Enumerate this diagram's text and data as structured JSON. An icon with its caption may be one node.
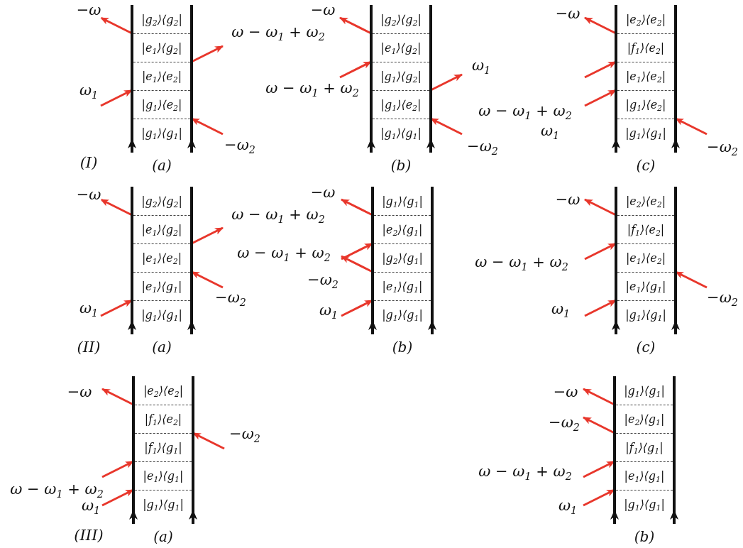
{
  "diagram": {
    "nodes": [
      {
        "text": [],
        "shape": "box",
        "beside": [
          "(a)"
        ]
      },
      {
        "text": [
          "|g$_{2}$⟩⟨g$_{2}$|"
        ],
        "in": 0
      },
      {
        "text": [
          "|e$_{1}$⟩⟨g$_{2}$|"
        ],
        "in": 0
      },
      {
        "text": [
          "|e$_{1}$⟩⟨e$_{2}$|"
        ],
        "in": 0
      },
      {
        "text": [
          "|g$_{1}$⟩⟨e$_{2}$|"
        ],
        "in": 0
      },
      {
        "text": [
          "|g$_{1}$⟩⟨g$_{1}$|"
        ],
        "in": 0
      },
      {
        "text": [],
        "shape": "box",
        "beside": [
          "(b)"
        ]
      },
      {
        "text": [
          "|g$_{2}$⟩⟨g$_{2}$|"
        ],
        "in": 6
      },
      {
        "text": [
          "|e$_{1}$⟩⟨g$_{2}$|"
        ],
        "in": 6
      },
      {
        "text": [
          "|g$_{1}$⟩⟨g$_{2}$|"
        ],
        "in": 6
      },
      {
        "text": [
          "|g$_{1}$⟩⟨e$_{2}$|"
        ],
        "in": 6
      },
      {
        "text": [
          "|g$_{1}$⟩⟨g$_{1}$|"
        ],
        "in": 6
      },
      {
        "text": [],
        "shape": "box",
        "beside": [
          "(c)"
        ]
      },
      {
        "text": [
          "|e$_{2}$⟩⟨e$_{2}$|"
        ],
        "in": 12
      },
      {
        "text": [
          "|f$_{1}$⟩⟨e$_{2}$|"
        ],
        "in": 12
      },
      {
        "text": [
          "|e$_{1}$⟩⟨e$_{2}$|"
        ],
        "in": 12
      },
      {
        "text": [
          "|g$_{1}$⟩⟨e$_{2}$|"
        ],
        "in": 12
      },
      {
        "text": [
          "|g$_{1}$⟩⟨g$_{1}$|"
        ],
        "in": 12
      },
      {
        "text": [],
        "shape": "box",
        "beside": [
          "(a)"
        ]
      },
      {
        "text": [
          "|g$_{2}$⟩⟨g$_{2}$|"
        ],
        "in": 18
      },
      {
        "text": [
          "|e$_{1}$⟩⟨g$_{2}$|"
        ],
        "in": 18
      },
      {
        "text": [
          "|e$_{1}$⟩⟨e$_{2}$|"
        ],
        "in": 18
      },
      {
        "text": [
          "|e$_{1}$⟩⟨g$_{1}$|"
        ],
        "in": 18
      },
      {
        "text": [
          "|g$_{1}$⟩⟨g$_{1}$|"
        ],
        "in": 18
      },
      {
        "text": [],
        "shape": "box",
        "beside": [
          "(b)"
        ]
      },
      {
        "text": [
          "|g$_{1}$⟩⟨g$_{1}$|"
        ],
        "in": 24
      },
      {
        "text": [
          "|e$_{2}$⟩⟨g$_{1}$|"
        ],
        "in": 24
      },
      {
        "text": [
          "|g$_{2}$⟩⟨g$_{1}$|"
        ],
        "in": 24
      },
      {
        "text": [
          "|e$_{1}$⟩⟨g$_{1}$|"
        ],
        "in": 24
      },
      {
        "text": [
          "|g$_{1}$⟩⟨g$_{1}$|"
        ],
        "in": 24
      },
      {
        "text": [],
        "shape": "box",
        "beside": [
          "(c)"
        ]
      },
      {
        "text": [
          "|e$_{2}$⟩⟨e$_{2}$|"
        ],
        "in": 30
      },
      {
        "text": [
          "|f$_{1}$⟩⟨e$_{2}$|"
        ],
        "in": 30
      },
      {
        "text": [
          "|e$_{1}$⟩⟨e$_{2}$|"
        ],
        "in": 30
      },
      {
        "text": [
          "|e$_{1}$⟩⟨g$_{1}$|"
        ],
        "in": 30
      },
      {
        "text": [
          "|g$_{1}$⟩⟨g$_{1}$|"
        ],
        "in": 30
      },
      {
        "text": [],
        "shape": "box",
        "beside": [
          "(a)"
        ]
      },
      {
        "text": [
          "|e$_{2}$⟩⟨e$_{2}$|"
        ],
        "in": 36
      },
      {
        "text": [
          "|f$_{1}$⟩⟨e$_{2}$|"
        ],
        "in": 36
      },
      {
        "text": [
          "|f$_{1}$⟩⟨g$_{1}$|"
        ],
        "in": 36
      },
      {
        "text": [
          "|e$_{1}$⟩⟨g$_{1}$|"
        ],
        "in": 36
      },
      {
        "text": [
          "|g$_{1}$⟩⟨g$_{1}$|"
        ],
        "in": 36
      },
      {
        "text": [],
        "shape": "box",
        "beside": [
          "(b)"
        ]
      },
      {
        "text": [
          "|g$_{1}$⟩⟨g$_{1}$|"
        ],
        "in": 42
      },
      {
        "text": [
          "|e$_{2}$⟩⟨g$_{1}$|"
        ],
        "in": 42
      },
      {
        "text": [
          "|f$_{1}$⟩⟨g$_{1}$|"
        ],
        "in": 42
      },
      {
        "text": [
          "|e$_{1}$⟩⟨g$_{1}$|"
        ],
        "in": 42
      },
      {
        "text": [
          "|g$_{1}$⟩⟨g$_{1}$|"
        ],
        "in": 42
      }
    ],
    "edges": [
      {
        "from": 1,
        "to": null,
        "arrow": "to",
        "label": "−ω"
      },
      {
        "from": 2,
        "to": null,
        "arrow": "to",
        "label": "ω − ω$_{1}$ + ω$_{2}$"
      },
      {
        "from": null,
        "to": 3,
        "arrow": "to",
        "label": "ω$_{1}$"
      },
      {
        "from": null,
        "to": 4,
        "arrow": "to",
        "label": "−ω$_{2}$"
      },
      {
        "from": 7,
        "to": null,
        "arrow": "to",
        "label": "−ω"
      },
      {
        "from": null,
        "to": 8,
        "arrow": "to",
        "label": "ω − ω$_{1}$ + ω$_{2}$"
      },
      {
        "from": 9,
        "to": null,
        "arrow": "to",
        "label": "ω$_{1}$"
      },
      {
        "from": null,
        "to": 10,
        "arrow": "to",
        "label": "−ω$_{2}$"
      },
      {
        "from": 13,
        "to": null,
        "arrow": "to",
        "label": "−ω"
      },
      {
        "from": null,
        "to": 14,
        "arrow": "to",
        "label": "ω − ω$_{1}$ + ω$_{2}$"
      },
      {
        "from": null,
        "to": 15,
        "arrow": "to",
        "label": "ω$_{1}$"
      },
      {
        "from": null,
        "to": 16,
        "arrow": "to",
        "label": "−ω$_{2}$"
      },
      {
        "from": 19,
        "to": null,
        "arrow": "to",
        "label": "−ω"
      },
      {
        "from": 20,
        "to": null,
        "arrow": "to",
        "label": "ω − ω$_{1}$ + ω$_{2}$"
      },
      {
        "from": null,
        "to": 21,
        "arrow": "to",
        "label": "−ω$_{2}$"
      },
      {
        "from": null,
        "to": 22,
        "arrow": "to",
        "label": "ω$_{1}$"
      },
      {
        "from": 25,
        "to": null,
        "arrow": "to",
        "label": "−ω"
      },
      {
        "from": null,
        "to": 26,
        "arrow": "to",
        "label": "ω − ω$_{1}$ + ω$_{2}$"
      },
      {
        "from": 27,
        "to": null,
        "arrow": "to",
        "label": "−ω$_{2}$"
      },
      {
        "from": null,
        "to": 28,
        "arrow": "to",
        "label": "ω$_{1}$"
      },
      {
        "from": 31,
        "to": null,
        "arrow": "to",
        "label": "−ω"
      },
      {
        "from": null,
        "to": 32,
        "arrow": "to",
        "label": "ω − ω$_{1}$ + ω$_{2}$"
      },
      {
        "from": null,
        "to": 33,
        "arrow": "to",
        "label": "−ω$_{2}$"
      },
      {
        "from": null,
        "to": 34,
        "arrow": "to",
        "label": "ω$_{1}$"
      },
      {
        "from": 37,
        "to": null,
        "arrow": "to",
        "label": "−ω"
      },
      {
        "from": null,
        "to": 38,
        "arrow": "to",
        "label": "−ω$_{2}$"
      },
      {
        "from": null,
        "to": 39,
        "arrow": "to",
        "label": "ω − ω$_{1}$ + ω$_{2}$"
      },
      {
        "from": null,
        "to": 40,
        "arrow": "to",
        "label": "ω$_{1}$"
      },
      {
        "from": 43,
        "to": null,
        "arrow": "to",
        "label": "−ω"
      },
      {
        "from": 44,
        "to": null,
        "arrow": "to",
        "label": "−ω$_{2}$"
      },
      {
        "from": null,
        "to": 45,
        "arrow": "to",
        "label": "ω − ω$_{1}$ + ω$_{2}$"
      },
      {
        "from": null,
        "to": 46,
        "arrow": "to",
        "label": "ω$_{1}$"
      }
    ],
    "labels": [
      "(I)",
      "(II)",
      "(III)"
    ]
  }
}
